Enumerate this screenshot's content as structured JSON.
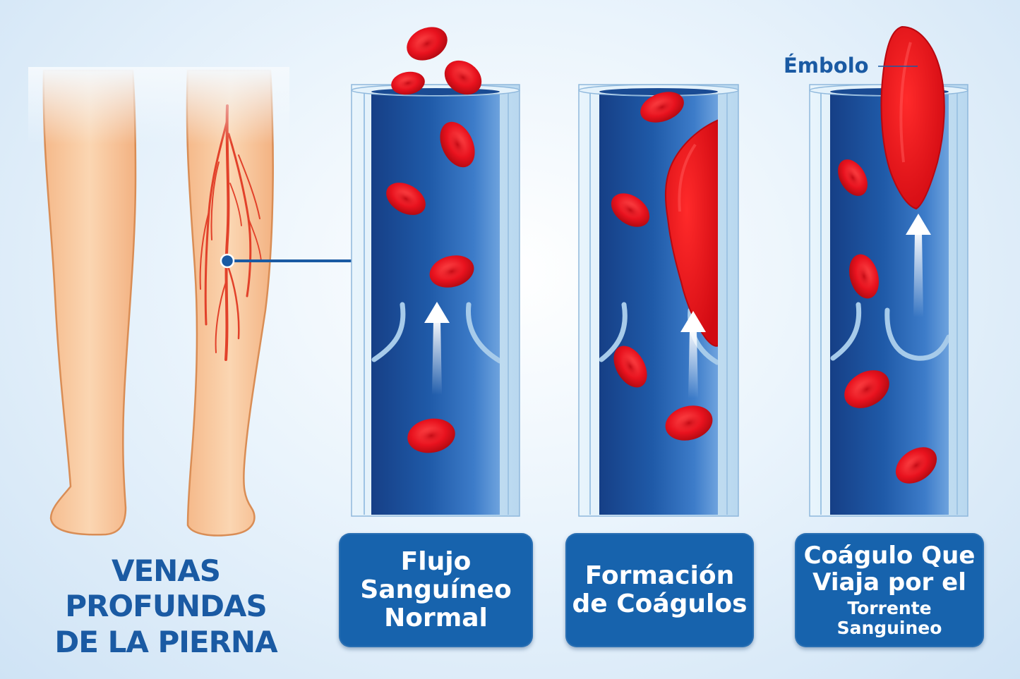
{
  "legs": {
    "title_line1": "VENAS PROFUNDAS",
    "title_line2": "DE LA PIERNA"
  },
  "panels": [
    {
      "caption_lines": [
        "Flujo",
        "Sanguíneo",
        "Normal"
      ]
    },
    {
      "caption_lines": [
        "Formación",
        "de Coágulos"
      ]
    },
    {
      "caption_lines": [
        "Coágulo Que",
        "Viaja por el",
        "Torrente Sanguineo"
      ]
    }
  ],
  "embolus": {
    "label": "Émbolo"
  },
  "colors": {
    "vein_dark": "#1b4f9a",
    "vein_light": "#4a8ad4",
    "vein_wall": "#d9ecf8",
    "blood_cell": "#e8121e",
    "clot": "#e40f18",
    "skin": "#f7c79c",
    "skin_outline": "#d98d55",
    "caption_bg": "#1763ad",
    "title_text": "#1a5aa3"
  }
}
